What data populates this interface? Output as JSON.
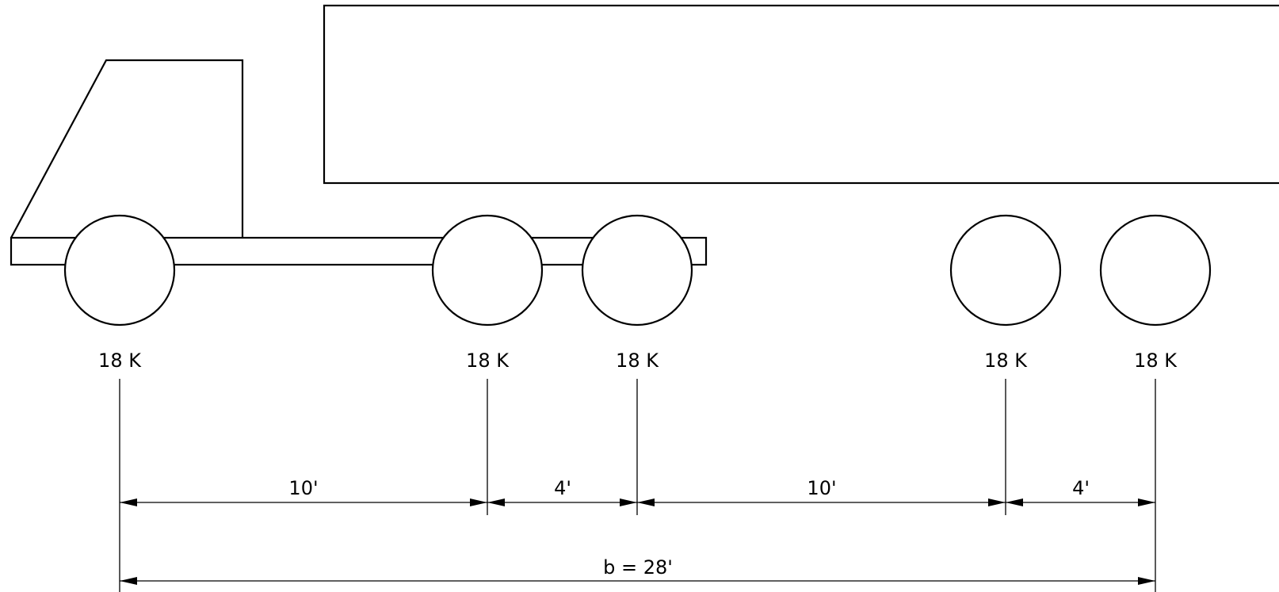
{
  "axles": [
    {
      "load": "18 K"
    },
    {
      "load": "18 K"
    },
    {
      "load": "18 K"
    },
    {
      "load": "18 K"
    },
    {
      "load": "18 K"
    }
  ],
  "spacings": [
    {
      "label": "10'"
    },
    {
      "label": "4'"
    },
    {
      "label": "10'"
    },
    {
      "label": "4'"
    }
  ],
  "total": {
    "label": "b = 28'"
  }
}
